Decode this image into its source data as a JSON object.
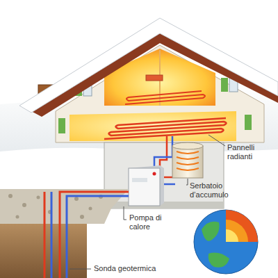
{
  "diagram": {
    "labels": [
      "Pannelli radianti",
      "Serbatoio d’accumulo",
      "Pompa di calore",
      "Sonda geotermica"
    ]
  }
}
